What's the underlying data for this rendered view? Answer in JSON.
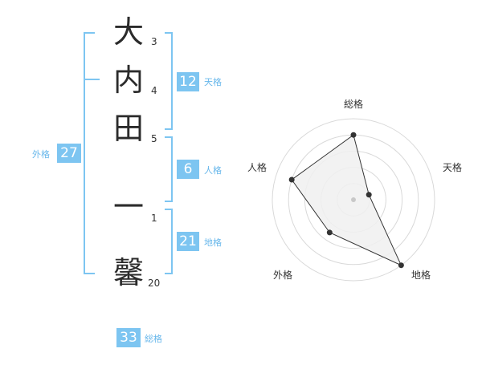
{
  "name_chars": [
    {
      "char": "大",
      "strokes": "3"
    },
    {
      "char": "内",
      "strokes": "4"
    },
    {
      "char": "田",
      "strokes": "5"
    },
    {
      "char": "一",
      "strokes": "1"
    },
    {
      "char": "馨",
      "strokes": "20"
    }
  ],
  "kakaku": {
    "tenkaku": {
      "value": "12",
      "label": "天格"
    },
    "jinkaku": {
      "value": "6",
      "label": "人格"
    },
    "chikaku": {
      "value": "21",
      "label": "地格"
    },
    "gaikaku": {
      "value": "27",
      "label": "外格"
    },
    "soukaku": {
      "value": "33",
      "label": "総格"
    }
  },
  "colors": {
    "accent": "#7dc5f1",
    "accent_text": "#67b7eb",
    "ring": "#d9d9d9",
    "fill": "#f0f0f0",
    "line": "#333333"
  },
  "chart_data": {
    "type": "radar",
    "axes": [
      "総格",
      "天格",
      "地格",
      "外格",
      "人格"
    ],
    "values": [
      4,
      1,
      5,
      2.5,
      4
    ],
    "max": 5
  }
}
